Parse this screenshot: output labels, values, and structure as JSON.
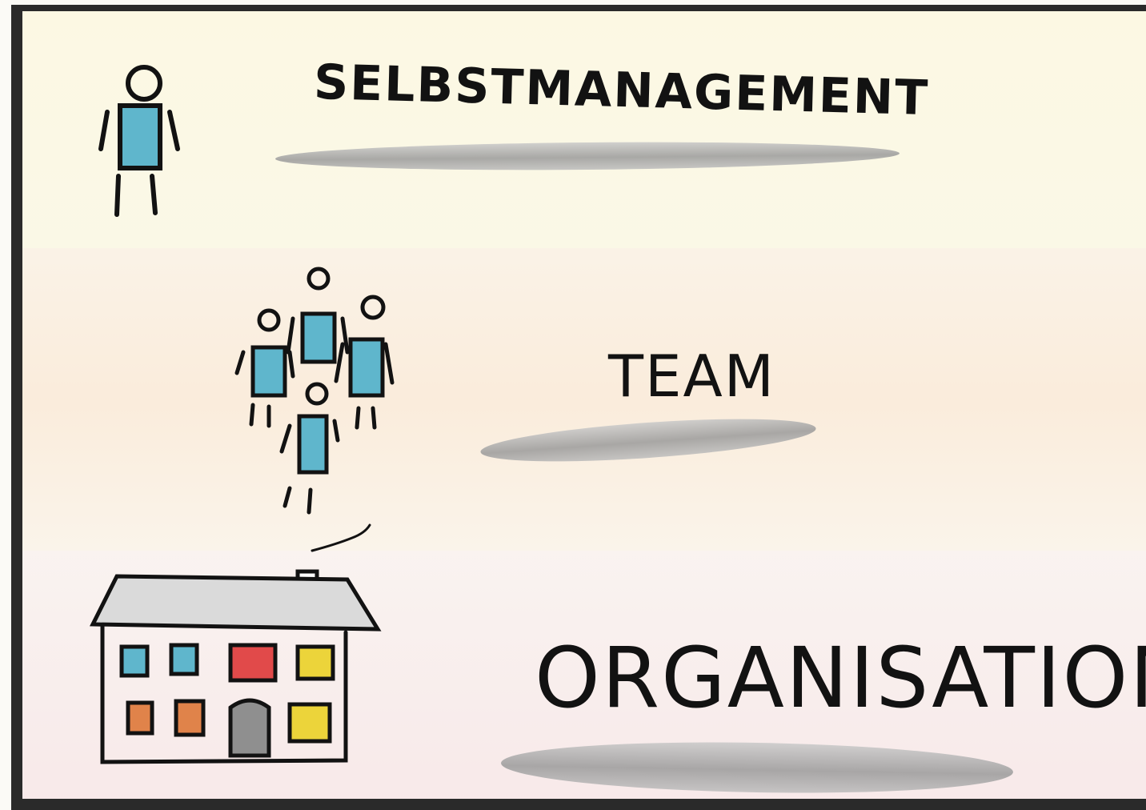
{
  "sections": [
    {
      "title": "SELBSTMANAGEMENT",
      "icon": "person-icon"
    },
    {
      "title": "TEAM",
      "icon": "team-icon"
    },
    {
      "title": "ORGANISATION",
      "icon": "building-icon"
    }
  ],
  "colors": {
    "ink": "#121212",
    "person_fill": "#5fb6cc",
    "window_blue": "#5fb6cc",
    "window_red": "#e14a4a",
    "window_yellow": "#ecd43a",
    "window_orange": "#e0834a",
    "door_gray": "#8f8f8f",
    "underline_gray": "#9a9a9a"
  }
}
